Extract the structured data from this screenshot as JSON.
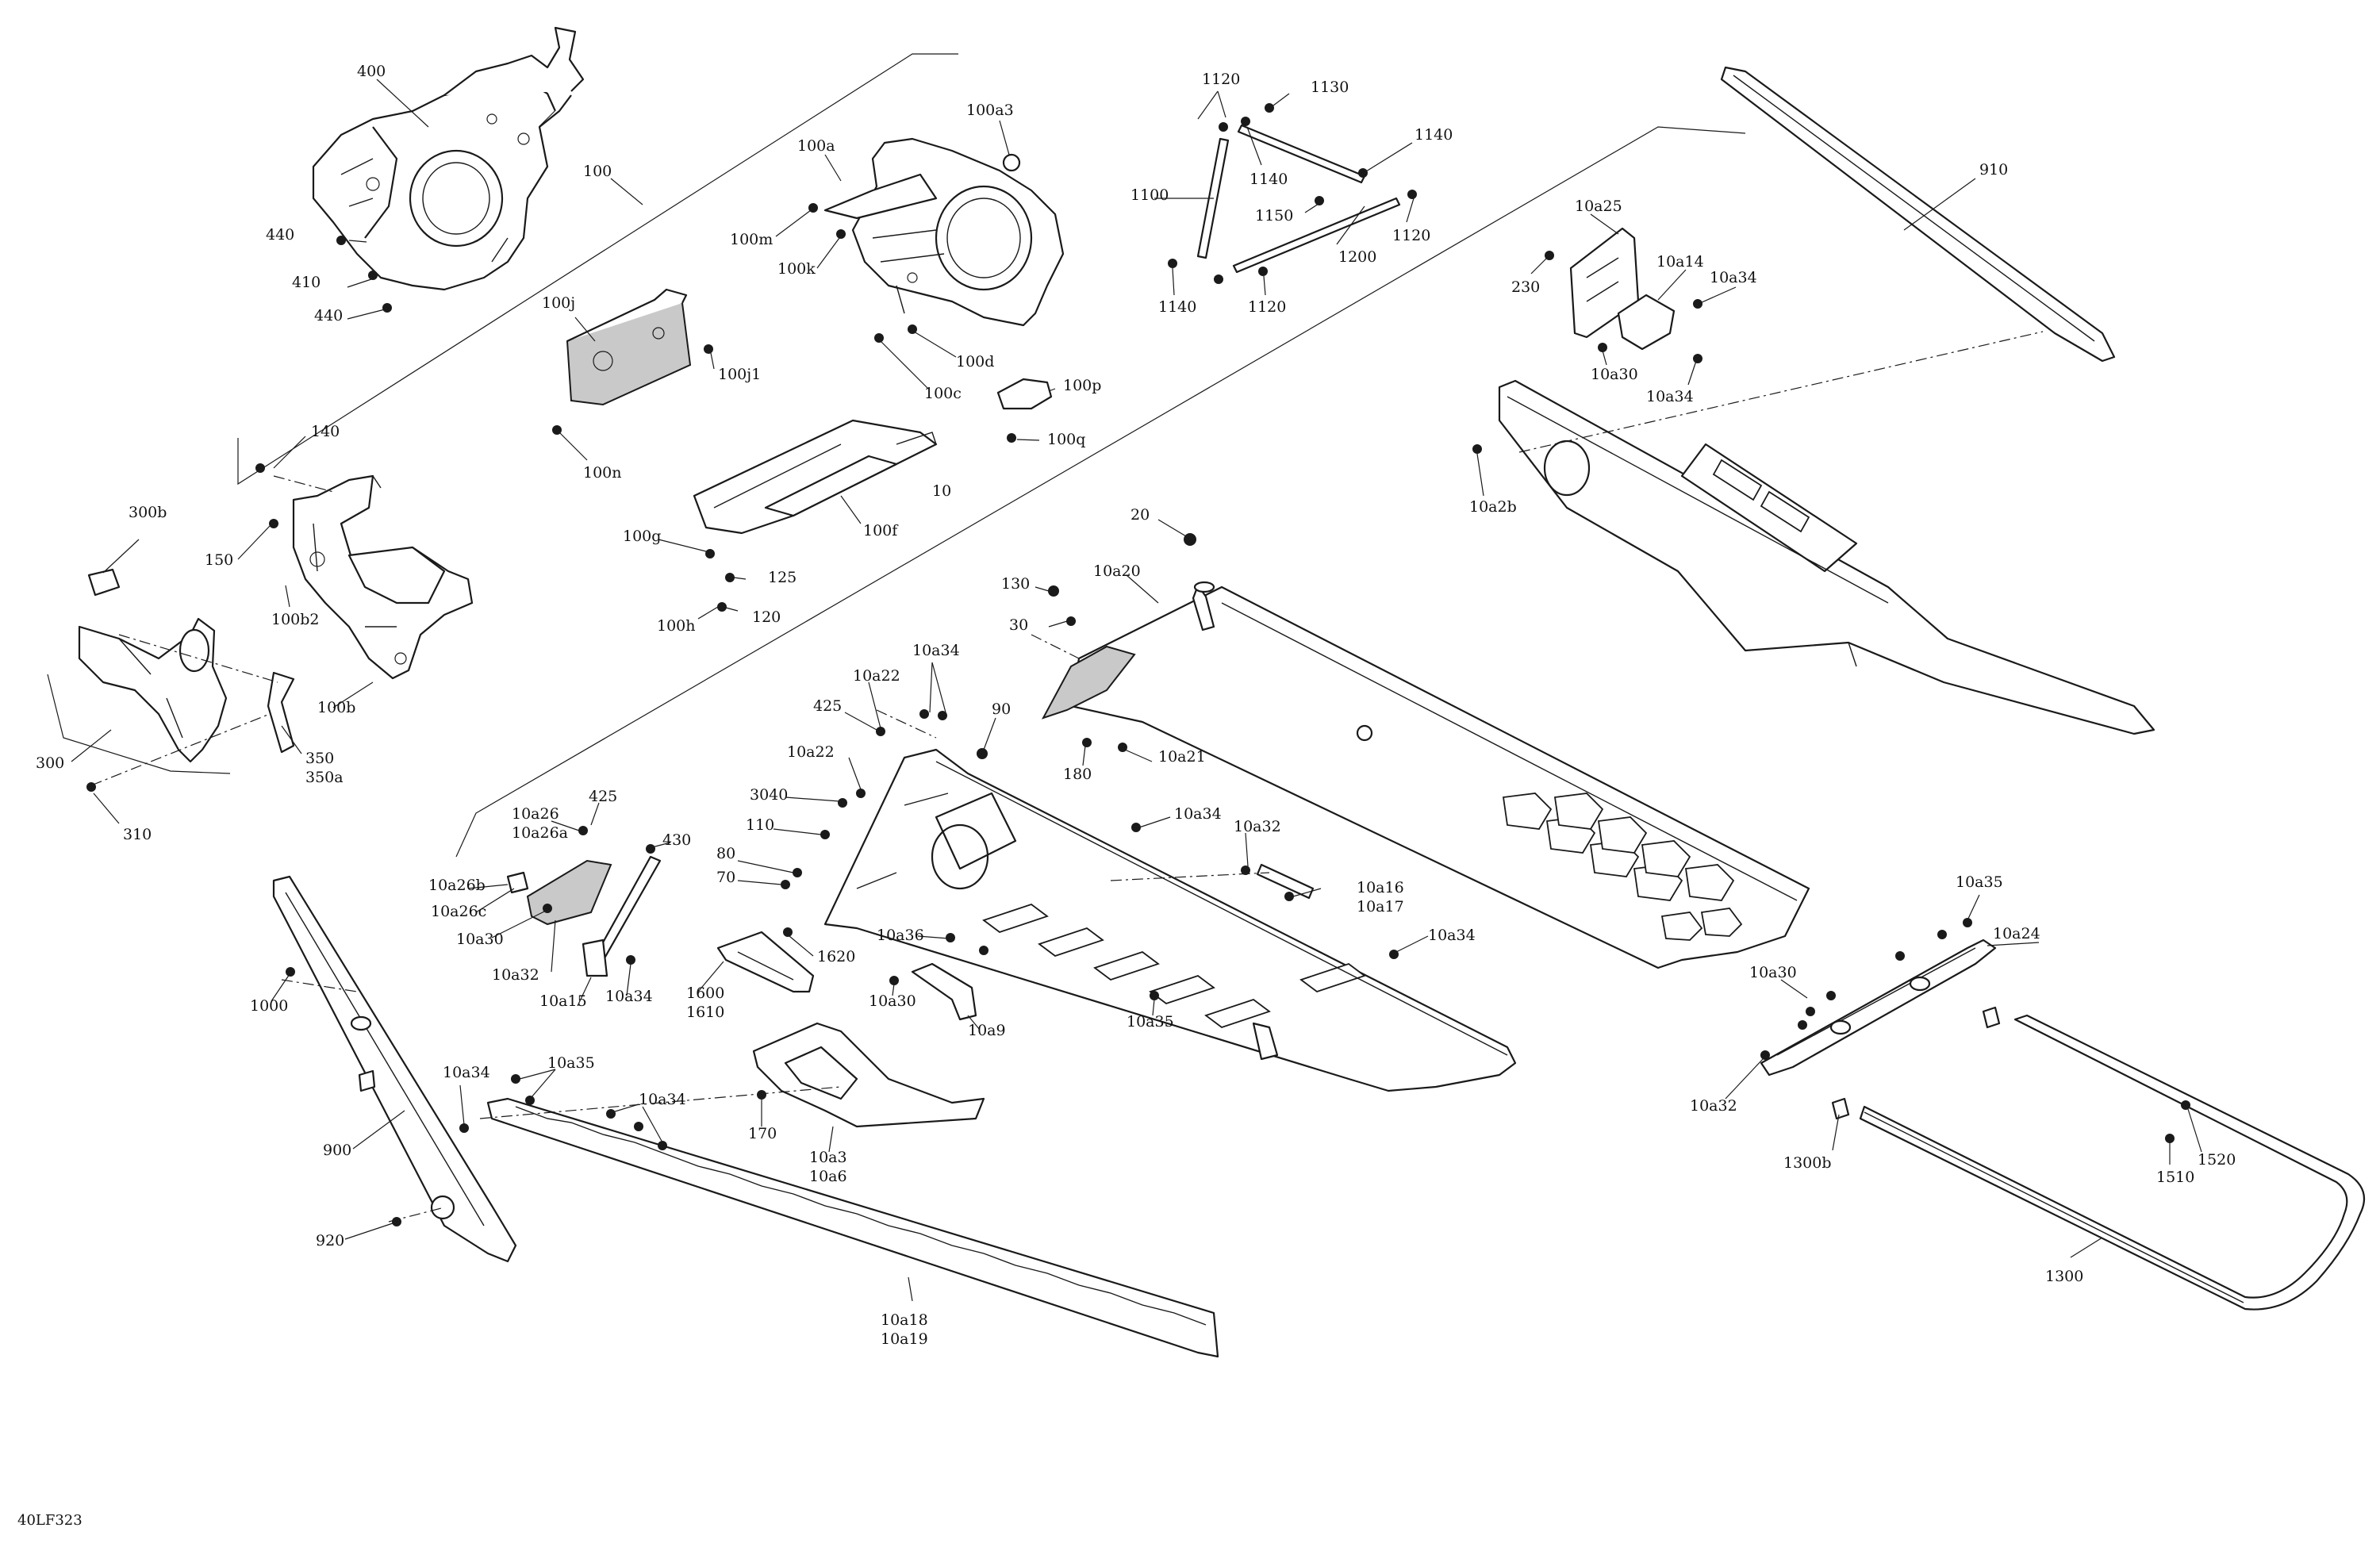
{
  "diagram": {
    "reference_code": "40LF323",
    "labels": [
      {
        "id": "400",
        "lines": [
          "400"
        ]
      },
      {
        "id": "100",
        "lines": [
          "100"
        ]
      },
      {
        "id": "440a",
        "lines": [
          "440"
        ]
      },
      {
        "id": "410",
        "lines": [
          "410"
        ]
      },
      {
        "id": "440b",
        "lines": [
          "440"
        ]
      },
      {
        "id": "100a",
        "lines": [
          "100a"
        ]
      },
      {
        "id": "100a3",
        "lines": [
          "100a3"
        ]
      },
      {
        "id": "100m",
        "lines": [
          "100m"
        ]
      },
      {
        "id": "100k",
        "lines": [
          "100k"
        ]
      },
      {
        "id": "100d",
        "lines": [
          "100d"
        ]
      },
      {
        "id": "100c",
        "lines": [
          "100c"
        ]
      },
      {
        "id": "100j",
        "lines": [
          "100j"
        ]
      },
      {
        "id": "100j1",
        "lines": [
          "100j1"
        ]
      },
      {
        "id": "100n",
        "lines": [
          "100n"
        ]
      },
      {
        "id": "100p",
        "lines": [
          "100p"
        ]
      },
      {
        "id": "100q",
        "lines": [
          "100q"
        ]
      },
      {
        "id": "100f",
        "lines": [
          "100f"
        ]
      },
      {
        "id": "100g",
        "lines": [
          "100g"
        ]
      },
      {
        "id": "125",
        "lines": [
          "125"
        ]
      },
      {
        "id": "100h",
        "lines": [
          "100h"
        ]
      },
      {
        "id": "120",
        "lines": [
          "120"
        ]
      },
      {
        "id": "10",
        "lines": [
          "10"
        ]
      },
      {
        "id": "140",
        "lines": [
          "140"
        ]
      },
      {
        "id": "150",
        "lines": [
          "150"
        ]
      },
      {
        "id": "100b2",
        "lines": [
          "100b2"
        ]
      },
      {
        "id": "100b",
        "lines": [
          "100b"
        ]
      },
      {
        "id": "300b",
        "lines": [
          "300b"
        ]
      },
      {
        "id": "300",
        "lines": [
          "300"
        ]
      },
      {
        "id": "310",
        "lines": [
          "310"
        ]
      },
      {
        "id": "350",
        "lines": [
          "350",
          "350a"
        ]
      },
      {
        "id": "1120a",
        "lines": [
          "1120"
        ]
      },
      {
        "id": "1130",
        "lines": [
          "1130"
        ]
      },
      {
        "id": "1140a",
        "lines": [
          "1140"
        ]
      },
      {
        "id": "1140b",
        "lines": [
          "1140"
        ]
      },
      {
        "id": "1100",
        "lines": [
          "1100"
        ]
      },
      {
        "id": "1150",
        "lines": [
          "1150"
        ]
      },
      {
        "id": "1120b",
        "lines": [
          "1120"
        ]
      },
      {
        "id": "1200",
        "lines": [
          "1200"
        ]
      },
      {
        "id": "1140c",
        "lines": [
          "1140"
        ]
      },
      {
        "id": "1120c",
        "lines": [
          "1120"
        ]
      },
      {
        "id": "910",
        "lines": [
          "910"
        ]
      },
      {
        "id": "10a25",
        "lines": [
          "10a25"
        ]
      },
      {
        "id": "230",
        "lines": [
          "230"
        ]
      },
      {
        "id": "10a14",
        "lines": [
          "10a14"
        ]
      },
      {
        "id": "10a34a",
        "lines": [
          "10a34"
        ]
      },
      {
        "id": "10a30a",
        "lines": [
          "10a30"
        ]
      },
      {
        "id": "10a34b",
        "lines": [
          "10a34"
        ]
      },
      {
        "id": "10a2b",
        "lines": [
          "10a2b"
        ]
      },
      {
        "id": "20",
        "lines": [
          "20"
        ]
      },
      {
        "id": "130",
        "lines": [
          "130"
        ]
      },
      {
        "id": "10a20",
        "lines": [
          "10a20"
        ]
      },
      {
        "id": "30",
        "lines": [
          "30"
        ]
      },
      {
        "id": "10a34c",
        "lines": [
          "10a34"
        ]
      },
      {
        "id": "10a22a",
        "lines": [
          "10a22"
        ]
      },
      {
        "id": "425a",
        "lines": [
          "425"
        ]
      },
      {
        "id": "90",
        "lines": [
          "90"
        ]
      },
      {
        "id": "180",
        "lines": [
          "180"
        ]
      },
      {
        "id": "10a21",
        "lines": [
          "10a21"
        ]
      },
      {
        "id": "10a22b",
        "lines": [
          "10a22"
        ]
      },
      {
        "id": "3040",
        "lines": [
          "3040"
        ]
      },
      {
        "id": "110",
        "lines": [
          "110"
        ]
      },
      {
        "id": "80",
        "lines": [
          "80"
        ]
      },
      {
        "id": "70",
        "lines": [
          "70"
        ]
      },
      {
        "id": "10a34d",
        "lines": [
          "10a34"
        ]
      },
      {
        "id": "10a32a",
        "lines": [
          "10a32"
        ]
      },
      {
        "id": "10a16",
        "lines": [
          "10a16",
          "10a17"
        ]
      },
      {
        "id": "10a34e",
        "lines": [
          "10a34"
        ]
      },
      {
        "id": "10a26",
        "lines": [
          "10a26",
          "10a26a"
        ]
      },
      {
        "id": "425b",
        "lines": [
          "425"
        ]
      },
      {
        "id": "430",
        "lines": [
          "430"
        ]
      },
      {
        "id": "10a26b",
        "lines": [
          "10a26b"
        ]
      },
      {
        "id": "10a26c",
        "lines": [
          "10a26c"
        ]
      },
      {
        "id": "10a30b",
        "lines": [
          "10a30"
        ]
      },
      {
        "id": "10a32b",
        "lines": [
          "10a32"
        ]
      },
      {
        "id": "10a15",
        "lines": [
          "10a15"
        ]
      },
      {
        "id": "10a34f",
        "lines": [
          "10a34"
        ]
      },
      {
        "id": "1620",
        "lines": [
          "1620"
        ]
      },
      {
        "id": "1600",
        "lines": [
          "1600",
          "1610"
        ]
      },
      {
        "id": "10a36",
        "lines": [
          "10a36"
        ]
      },
      {
        "id": "10a30c",
        "lines": [
          "10a30"
        ]
      },
      {
        "id": "10a9",
        "lines": [
          "10a9"
        ]
      },
      {
        "id": "10a35a",
        "lines": [
          "10a35"
        ]
      },
      {
        "id": "1000",
        "lines": [
          "1000"
        ]
      },
      {
        "id": "10a34g",
        "lines": [
          "10a34"
        ]
      },
      {
        "id": "10a35b",
        "lines": [
          "10a35"
        ]
      },
      {
        "id": "10a34h",
        "lines": [
          "10a34"
        ]
      },
      {
        "id": "900",
        "lines": [
          "900"
        ]
      },
      {
        "id": "920",
        "lines": [
          "920"
        ]
      },
      {
        "id": "170",
        "lines": [
          "170"
        ]
      },
      {
        "id": "10a3",
        "lines": [
          "10a3",
          "10a6"
        ]
      },
      {
        "id": "10a18",
        "lines": [
          "10a18",
          "10a19"
        ]
      },
      {
        "id": "10a35c",
        "lines": [
          "10a35"
        ]
      },
      {
        "id": "10a24",
        "lines": [
          "10a24"
        ]
      },
      {
        "id": "10a30d",
        "lines": [
          "10a30"
        ]
      },
      {
        "id": "10a32c",
        "lines": [
          "10a32"
        ]
      },
      {
        "id": "1300b",
        "lines": [
          "1300b"
        ]
      },
      {
        "id": "1510",
        "lines": [
          "1510"
        ]
      },
      {
        "id": "1520",
        "lines": [
          "1520"
        ]
      },
      {
        "id": "1300",
        "lines": [
          "1300"
        ]
      }
    ]
  }
}
